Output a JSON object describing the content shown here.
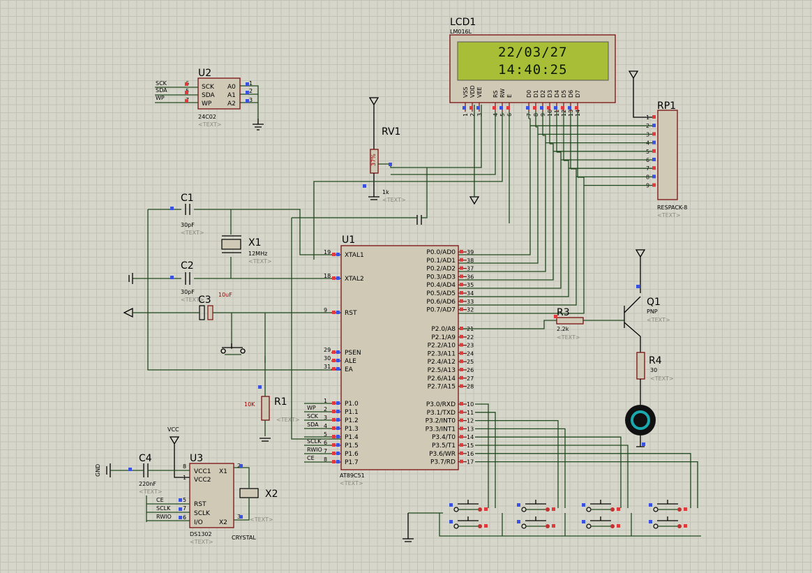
{
  "lcd": {
    "ref": "LCD1",
    "model": "LM016L",
    "line1": "22/03/27",
    "line2": "14:40:25",
    "pins": [
      "VSS",
      "VDD",
      "VEE",
      "RS",
      "RW",
      "E",
      "D0",
      "D1",
      "D2",
      "D3",
      "D4",
      "D5",
      "D6",
      "D7"
    ]
  },
  "u2": {
    "ref": "U2",
    "model": "24C02",
    "left_pins": [
      "SCK",
      "SDA",
      "WP"
    ],
    "right_pins": [
      "A0",
      "A1",
      "A2"
    ],
    "left_nums": [
      "6",
      "5",
      "7"
    ],
    "right_nums": [
      "1",
      "2",
      "3"
    ]
  },
  "rv1": {
    "ref": "RV1",
    "value": "1k",
    "pct": "37%"
  },
  "rp1": {
    "ref": "RP1",
    "model": "RESPACK-8",
    "pins": [
      "1",
      "2",
      "3",
      "4",
      "5",
      "6",
      "7",
      "8",
      "9"
    ]
  },
  "c1": {
    "ref": "C1",
    "value": "30pF"
  },
  "c2": {
    "ref": "C2",
    "value": "30pF"
  },
  "c3": {
    "ref": "C3",
    "value": "10uF"
  },
  "c4": {
    "ref": "C4",
    "value": "220nF"
  },
  "x1": {
    "ref": "X1",
    "value": "12MHz"
  },
  "x2": {
    "ref": "X2",
    "value": "CRYSTAL"
  },
  "r1": {
    "ref": "R1",
    "value": "10K"
  },
  "r3": {
    "ref": "R3",
    "value": "2.2k"
  },
  "r4": {
    "ref": "R4",
    "value": "30"
  },
  "q1": {
    "ref": "Q1",
    "value": "PNP"
  },
  "u1": {
    "ref": "U1",
    "model": "AT89C51",
    "left_pins": [
      {
        "num": "19",
        "name": "XTAL1"
      },
      {
        "num": "18",
        "name": "XTAL2"
      },
      {
        "num": "9",
        "name": "RST"
      },
      {
        "num": "29",
        "name": "PSEN"
      },
      {
        "num": "30",
        "name": "ALE"
      },
      {
        "num": "31",
        "name": "EA"
      },
      {
        "num": "1",
        "name": "P1.0"
      },
      {
        "num": "2",
        "name": "P1.1"
      },
      {
        "num": "3",
        "name": "P1.2"
      },
      {
        "num": "4",
        "name": "P1.3"
      },
      {
        "num": "5",
        "name": "P1.4"
      },
      {
        "num": "6",
        "name": "P1.5"
      },
      {
        "num": "7",
        "name": "P1.6"
      },
      {
        "num": "8",
        "name": "P1.7"
      }
    ],
    "right_pins": [
      {
        "num": "39",
        "name": "P0.0/AD0"
      },
      {
        "num": "38",
        "name": "P0.1/AD1"
      },
      {
        "num": "37",
        "name": "P0.2/AD2"
      },
      {
        "num": "36",
        "name": "P0.3/AD3"
      },
      {
        "num": "35",
        "name": "P0.4/AD4"
      },
      {
        "num": "34",
        "name": "P0.5/AD5"
      },
      {
        "num": "33",
        "name": "P0.6/AD6"
      },
      {
        "num": "32",
        "name": "P0.7/AD7"
      },
      {
        "num": "21",
        "name": "P2.0/A8"
      },
      {
        "num": "22",
        "name": "P2.1/A9"
      },
      {
        "num": "23",
        "name": "P2.2/A10"
      },
      {
        "num": "24",
        "name": "P2.3/A11"
      },
      {
        "num": "25",
        "name": "P2.4/A12"
      },
      {
        "num": "26",
        "name": "P2.5/A13"
      },
      {
        "num": "27",
        "name": "P2.6/A14"
      },
      {
        "num": "28",
        "name": "P2.7/A15"
      },
      {
        "num": "10",
        "name": "P3.0/RXD"
      },
      {
        "num": "11",
        "name": "P3.1/TXD"
      },
      {
        "num": "12",
        "name": "P3.2/INT0"
      },
      {
        "num": "13",
        "name": "P3.3/INT1"
      },
      {
        "num": "14",
        "name": "P3.4/T0"
      },
      {
        "num": "15",
        "name": "P3.5/T1"
      },
      {
        "num": "16",
        "name": "P3.6/WR"
      },
      {
        "num": "17",
        "name": "P3.7/RD"
      }
    ],
    "net_labels": [
      "WP",
      "SCK",
      "SDA",
      "SCLK",
      "RWIO",
      "CE"
    ]
  },
  "u3": {
    "ref": "U3",
    "model": "DS1302",
    "left_pins": [
      "VCC1",
      "VCC2",
      "RST",
      "SCLK",
      "I/O"
    ],
    "right_pins": [
      "X1",
      "X2"
    ],
    "nets": [
      "CE",
      "SCLK",
      "RWIO"
    ],
    "pin_nums": [
      "8",
      "1",
      "5",
      "7",
      "6",
      "2",
      "3"
    ]
  },
  "power": {
    "vcc": "VCC",
    "gnd": "GND"
  },
  "text_placeholder": "<TEXT>"
}
